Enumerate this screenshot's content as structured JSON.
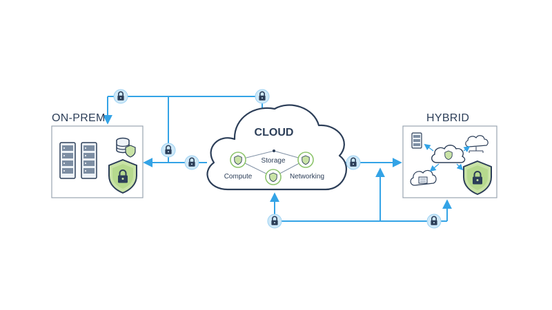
{
  "sections": {
    "on_prem": {
      "label": "ON-PREM"
    },
    "cloud": {
      "label": "CLOUD",
      "services": [
        {
          "label": "Storage"
        },
        {
          "label": "Compute"
        },
        {
          "label": "Networking"
        }
      ]
    },
    "hybrid": {
      "label": "HYBRID"
    }
  },
  "icons": {
    "lock": "padlock-icon",
    "server": "server-rack-icon",
    "database": "database-icon",
    "shield": "shield-lock-icon",
    "cloud": "cloud-icon"
  },
  "colors": {
    "connector": "#33a3e6",
    "lock_badge": "#cfe9f9",
    "lock_body": "#2c3e58",
    "shield_fill": "#c9e3a6",
    "shield_border": "#2c3e58",
    "box_border": "#9aa5b1",
    "text": "#2c3e58"
  }
}
